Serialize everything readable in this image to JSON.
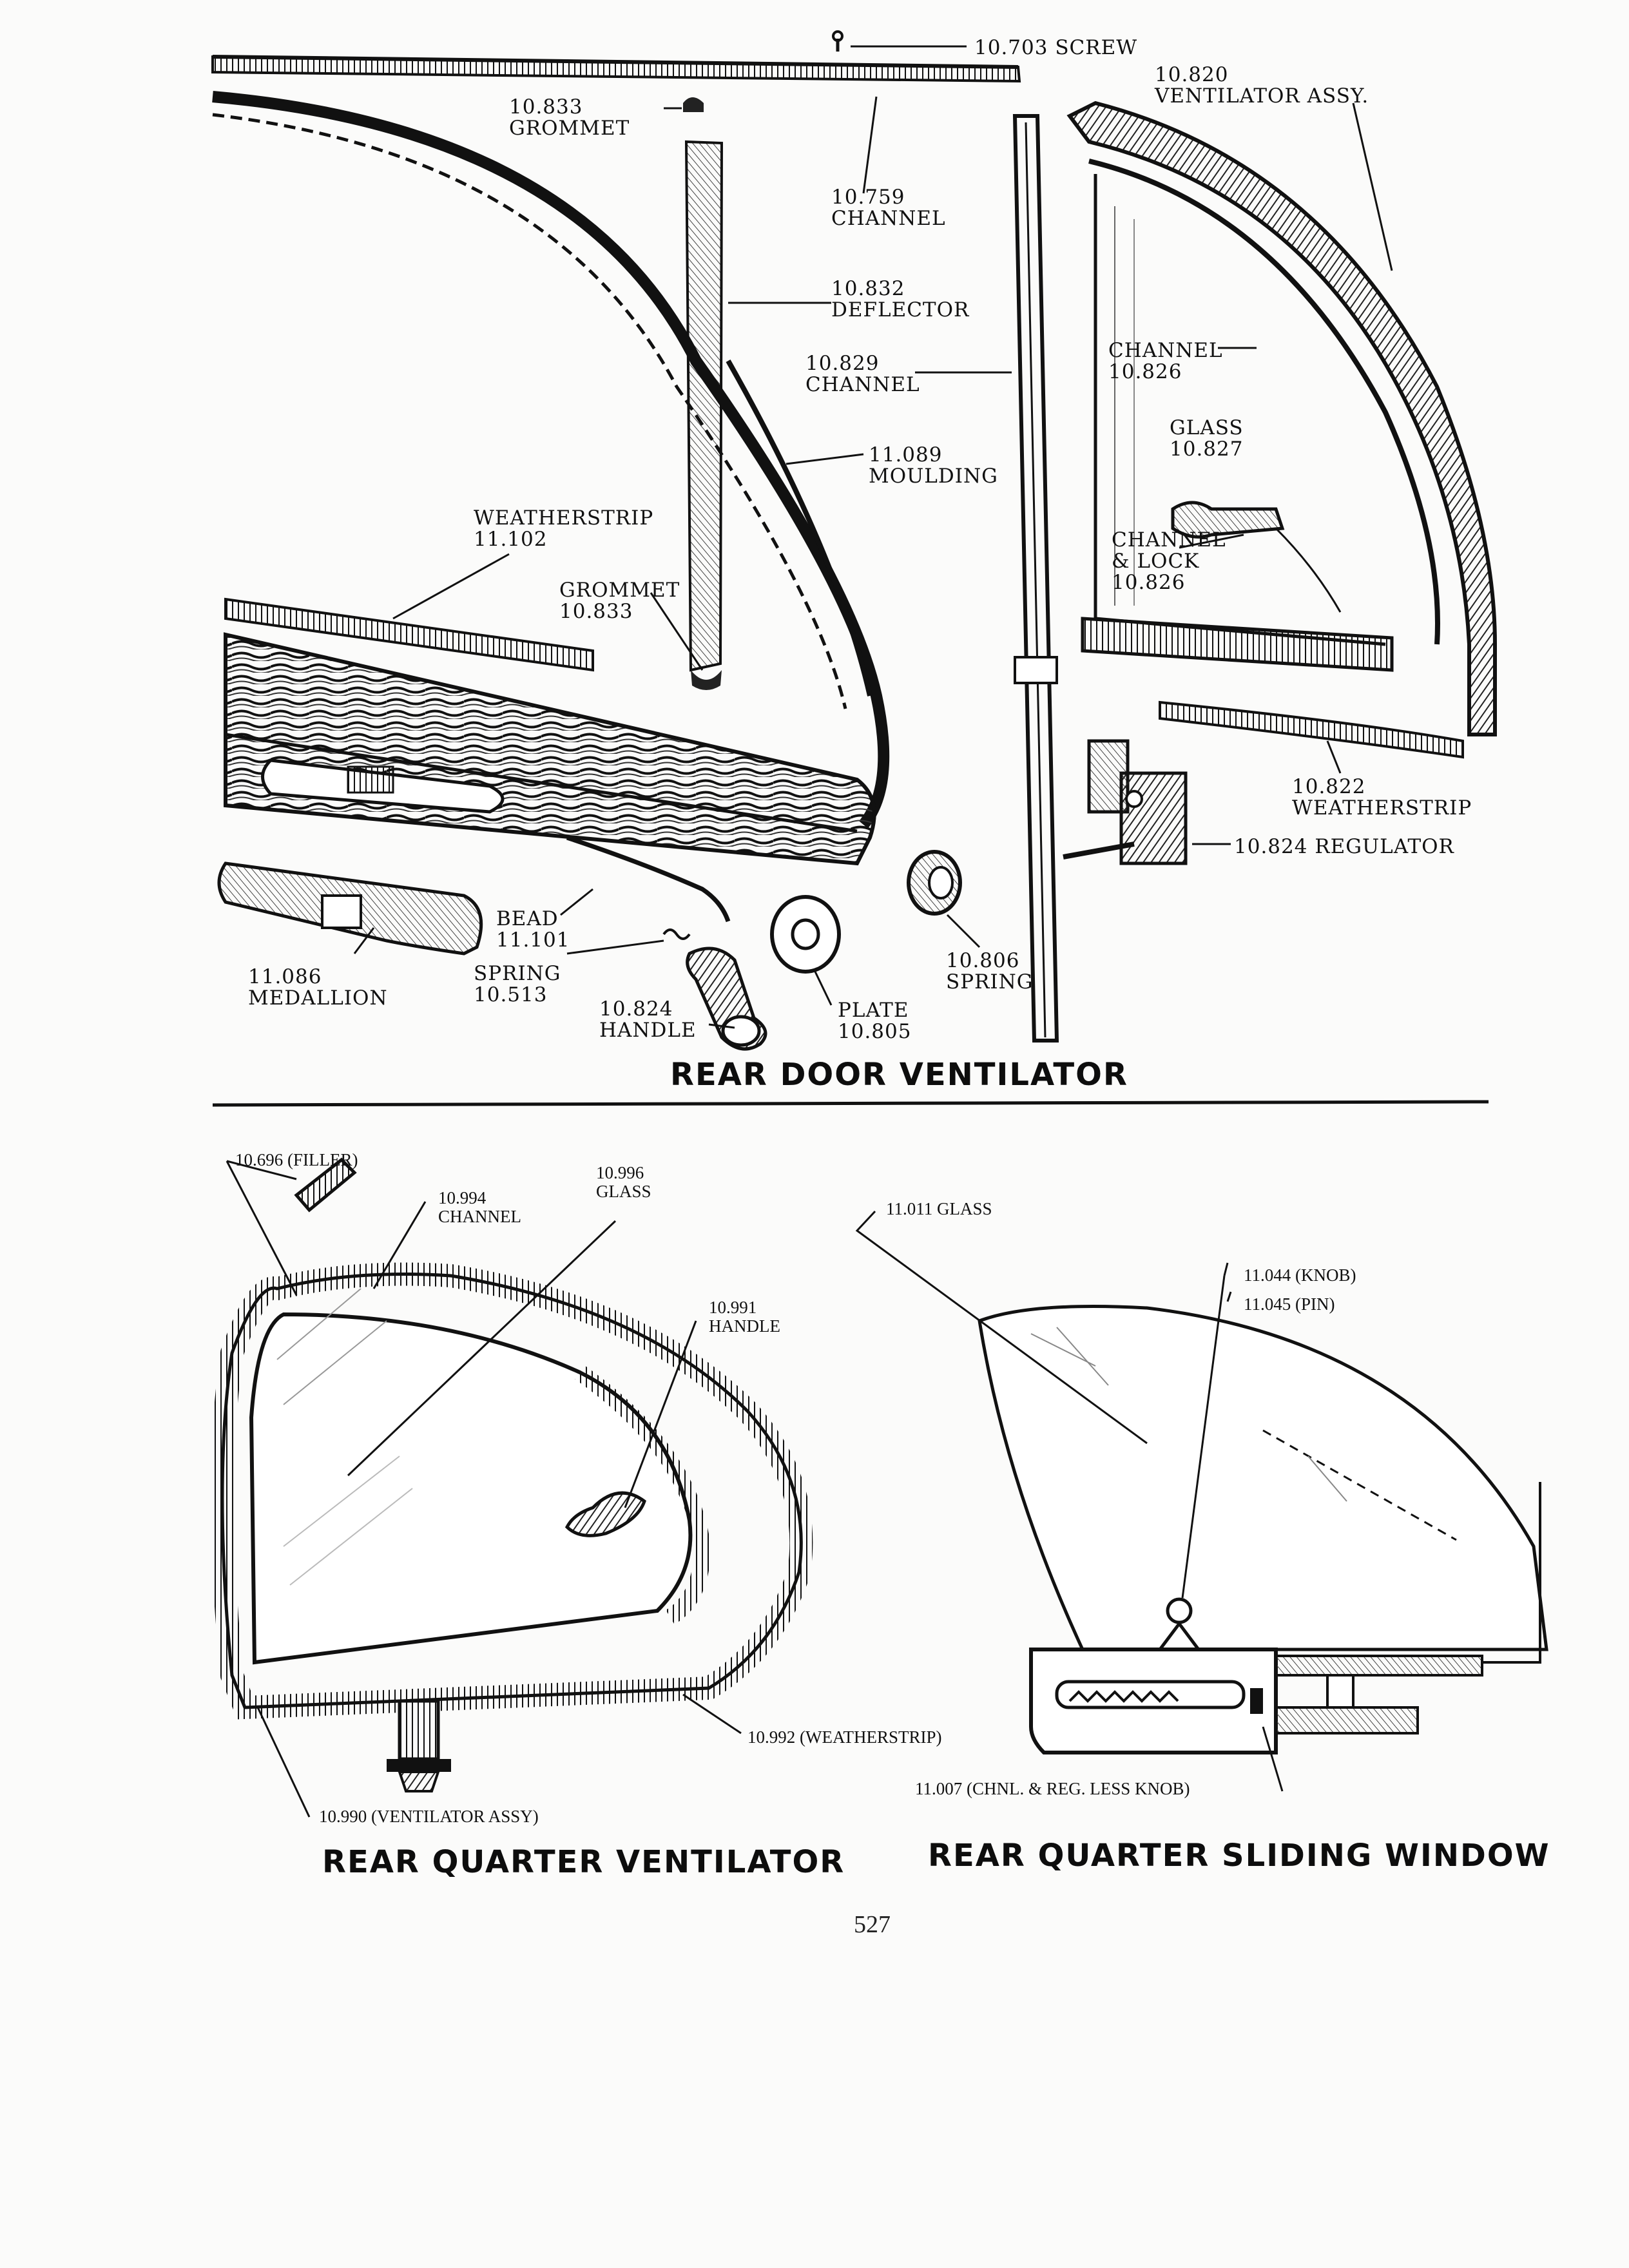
{
  "sections": {
    "rear_door_ventilator": {
      "title": "REAR DOOR VENTILATOR",
      "callouts": {
        "screw": [
          "10.703 SCREW"
        ],
        "ventilator_assy": [
          "10.820",
          "VENTILATOR ASSY."
        ],
        "grommet_top": [
          "10.833",
          "GROMMET"
        ],
        "channel_759": [
          "10.759",
          "CHANNEL"
        ],
        "deflector": [
          "10.832",
          "DEFLECTOR"
        ],
        "channel_829": [
          "10.829",
          "CHANNEL"
        ],
        "channel_826": [
          "CHANNEL",
          "10.826"
        ],
        "glass_827": [
          "GLASS",
          "10.827"
        ],
        "moulding": [
          "11.089",
          "MOULDING"
        ],
        "weatherstrip_102": [
          "WEATHERSTRIP",
          "11.102"
        ],
        "channel_lock": [
          "CHANNEL",
          "& LOCK",
          "10.826"
        ],
        "grommet_lower": [
          "GROMMET",
          "10.833"
        ],
        "weatherstrip_822": [
          "10.822",
          "WEATHERSTRIP"
        ],
        "regulator": [
          "10.824 REGULATOR"
        ],
        "bead": [
          "BEAD",
          "11.101"
        ],
        "spring_513": [
          "SPRING",
          "10.513"
        ],
        "spring_806": [
          "10.806",
          "SPRING"
        ],
        "medallion": [
          "11.086",
          "MEDALLION"
        ],
        "handle_824": [
          "10.824",
          "HANDLE"
        ],
        "plate": [
          "PLATE",
          "10.805"
        ]
      }
    },
    "rear_quarter_ventilator": {
      "title": "REAR QUARTER VENTILATOR",
      "callouts": {
        "filler": [
          "10.696 (FILLER)"
        ],
        "channel_994": [
          "10.994",
          "CHANNEL"
        ],
        "glass_996": [
          "10.996",
          "GLASS"
        ],
        "handle_991": [
          "10.991",
          "HANDLE"
        ],
        "weatherstrip_992": [
          "10.992 (WEATHERSTRIP)"
        ],
        "ventilator_assy_990": [
          "10.990 (VENTILATOR ASSY)"
        ]
      }
    },
    "rear_quarter_sliding_window": {
      "title": "REAR QUARTER SLIDING WINDOW",
      "callouts": {
        "glass_011": [
          "11.011 GLASS"
        ],
        "knob_pin": [
          "11.044 (KNOB)",
          "11.045 (PIN)"
        ],
        "chnl_reg": [
          "11.007 (CHNL. & REG. LESS KNOB)"
        ]
      }
    }
  },
  "page_number": "527",
  "colors": {
    "ink": "#111111",
    "paper": "#fbfbfa"
  }
}
